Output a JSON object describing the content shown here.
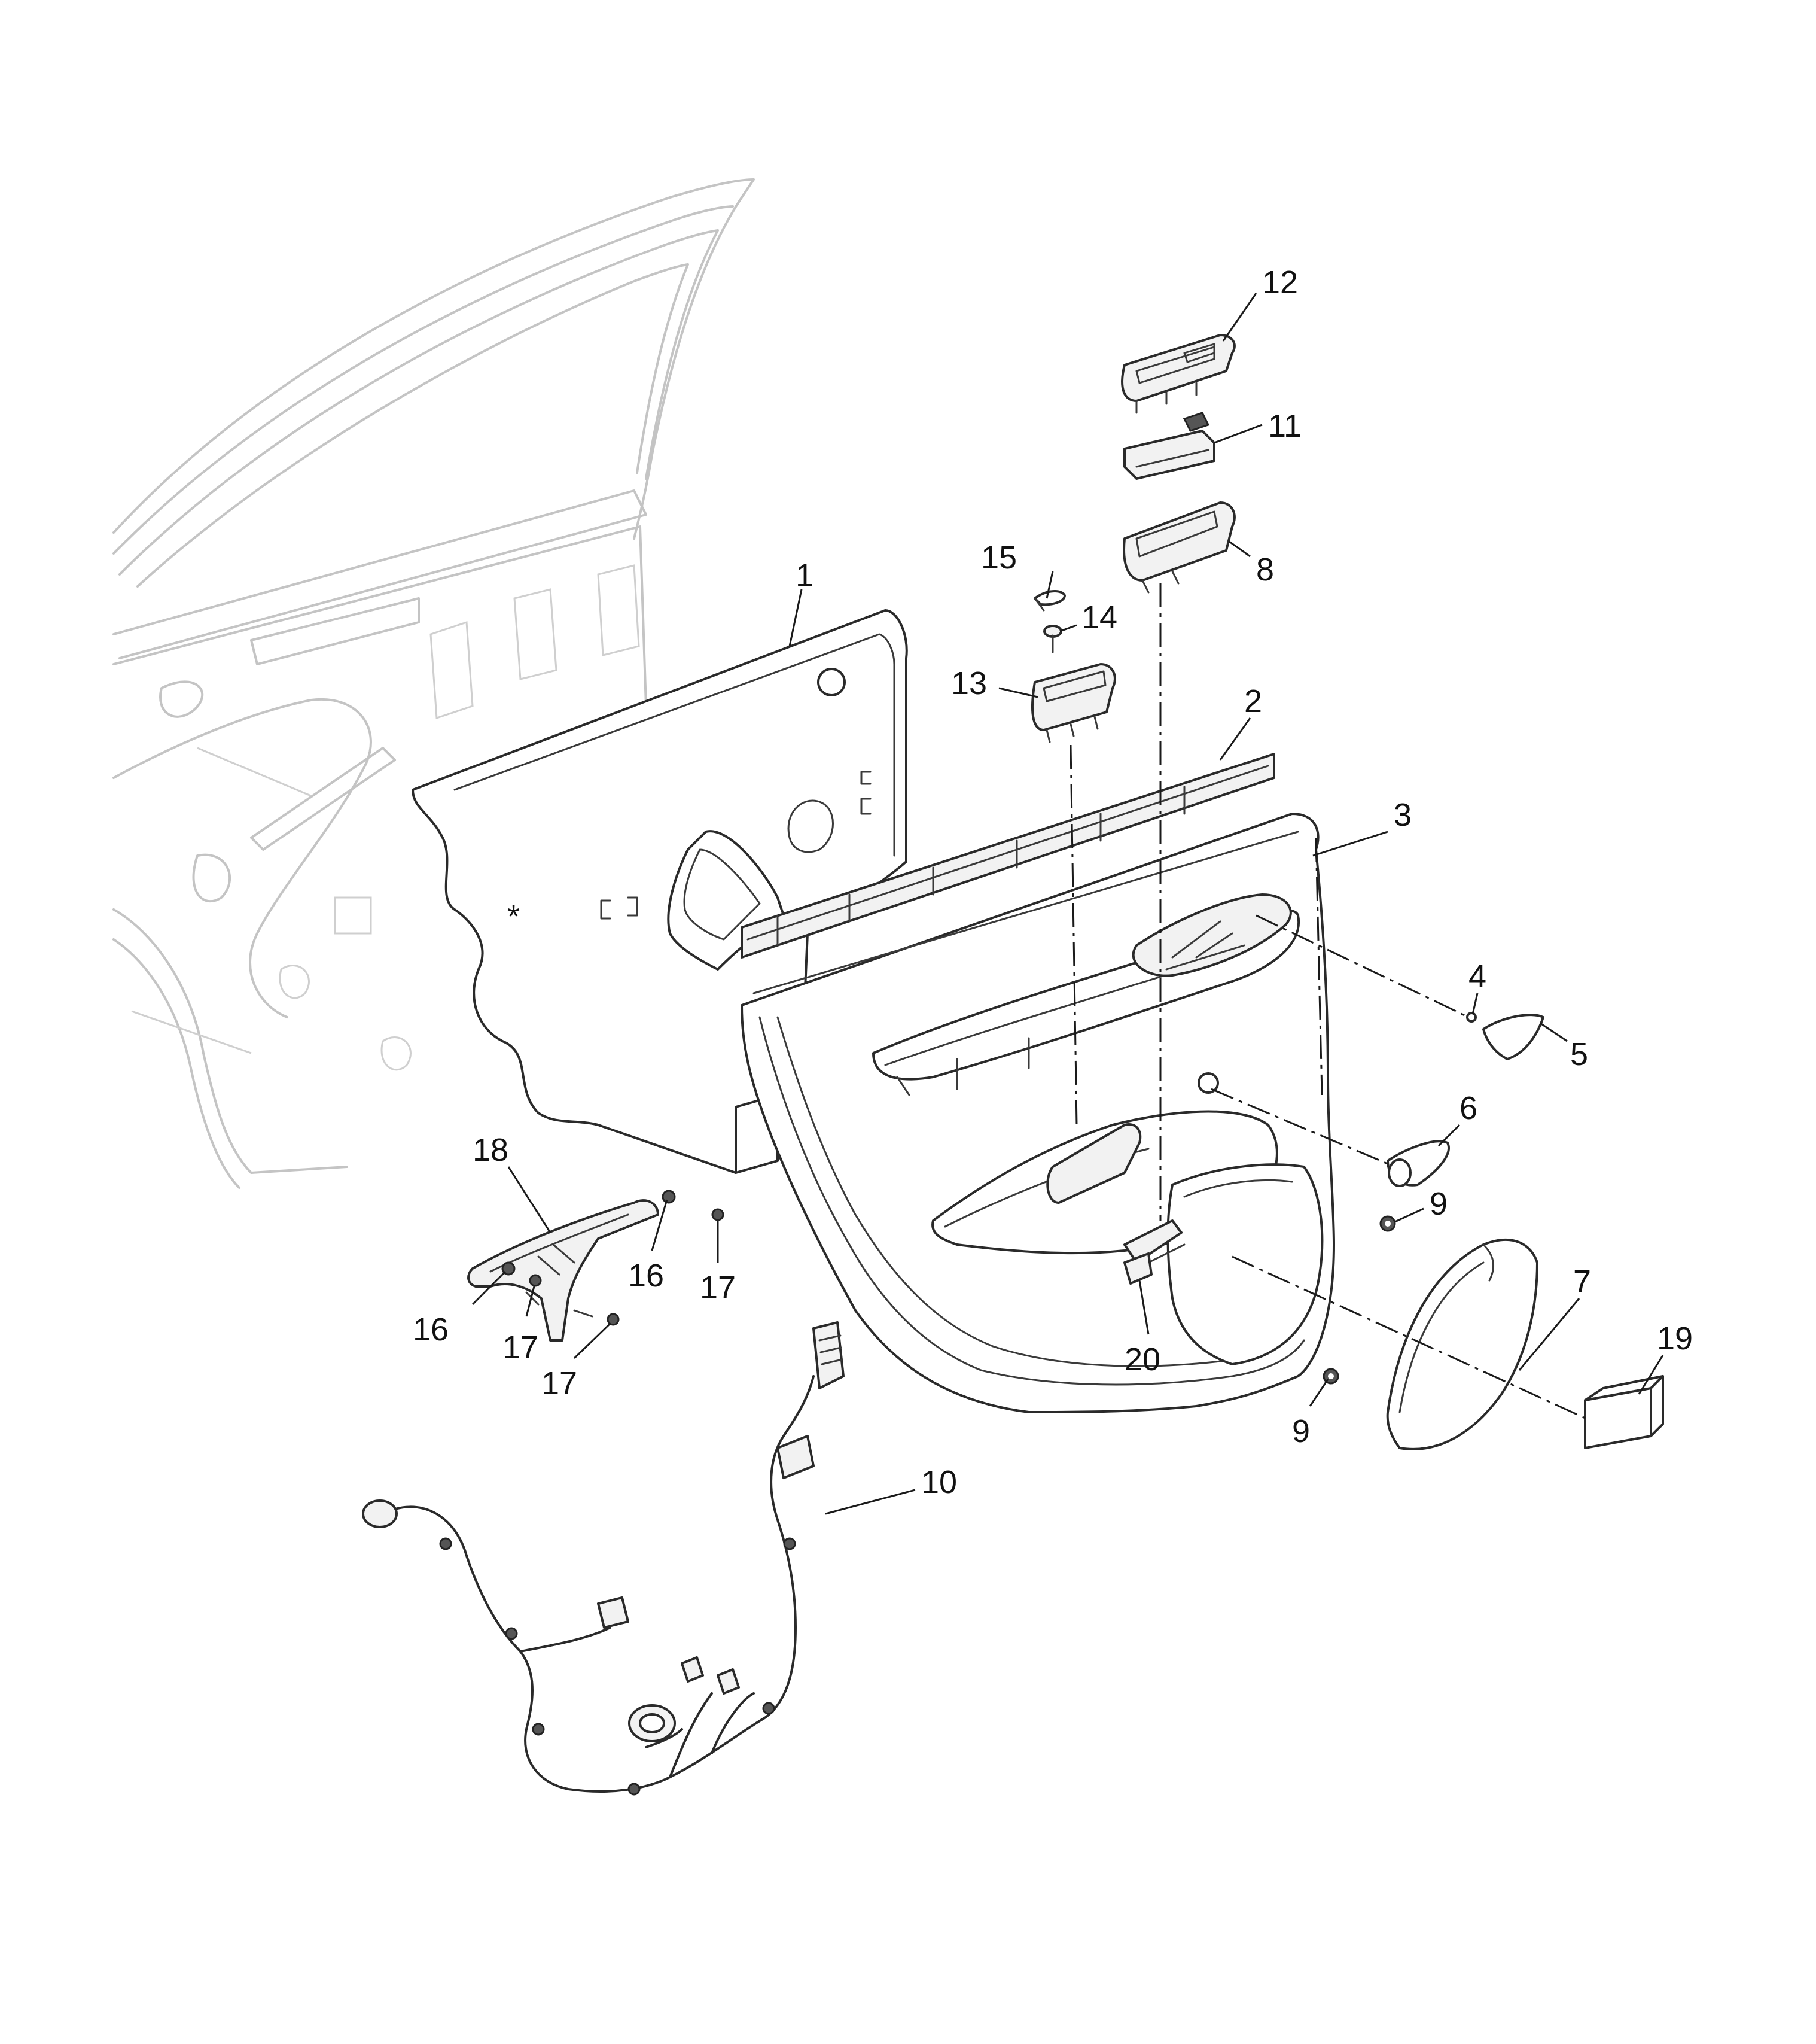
{
  "callouts": [
    {
      "id": "c12",
      "label": "12"
    },
    {
      "id": "c11",
      "label": "11"
    },
    {
      "id": "c15",
      "label": "15"
    },
    {
      "id": "c14",
      "label": "14"
    },
    {
      "id": "c8",
      "label": "8"
    },
    {
      "id": "c1",
      "label": "1"
    },
    {
      "id": "c13",
      "label": "13"
    },
    {
      "id": "c2",
      "label": "2"
    },
    {
      "id": "c3",
      "label": "3"
    },
    {
      "id": "c4",
      "label": "4"
    },
    {
      "id": "c5",
      "label": "5"
    },
    {
      "id": "c6",
      "label": "6"
    },
    {
      "id": "c9a",
      "label": "9"
    },
    {
      "id": "c18",
      "label": "18"
    },
    {
      "id": "c16a",
      "label": "16"
    },
    {
      "id": "c16b",
      "label": "16"
    },
    {
      "id": "c17a",
      "label": "17"
    },
    {
      "id": "c17b",
      "label": "17"
    },
    {
      "id": "c17c",
      "label": "17"
    },
    {
      "id": "c7",
      "label": "7"
    },
    {
      "id": "c19",
      "label": "19"
    },
    {
      "id": "c20",
      "label": "20"
    },
    {
      "id": "c9b",
      "label": "9"
    },
    {
      "id": "c10",
      "label": "10"
    }
  ],
  "symbols": {
    "note_mark": "*"
  },
  "colors": {
    "line": "#2a2a2a",
    "ghost": "#c4c4c4",
    "background": "#ffffff"
  }
}
